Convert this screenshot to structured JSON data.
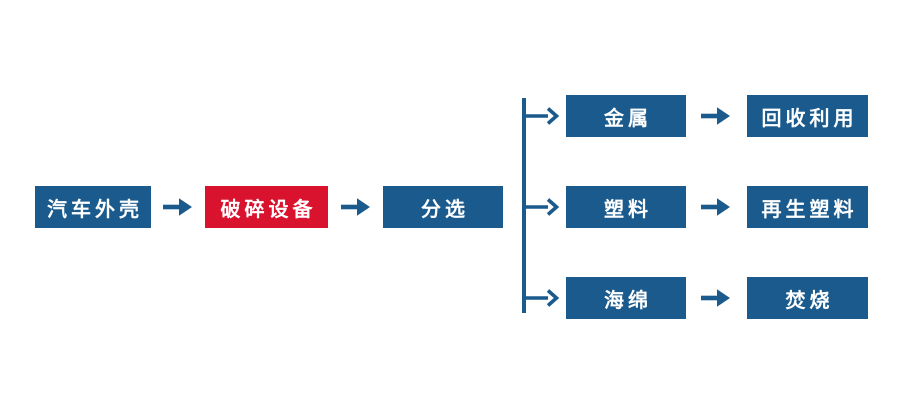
{
  "colors": {
    "node_blue": "#1A5A8C",
    "node_red": "#D9122E",
    "connector": "#1A5A8C",
    "node_text": "#FFFFFF",
    "background": "#FFFFFF"
  },
  "flow": {
    "main_nodes": [
      {
        "id": "car-shell",
        "label": "汽车外壳"
      },
      {
        "id": "crusher",
        "label": "破碎设备"
      },
      {
        "id": "sorting",
        "label": "分选"
      }
    ],
    "branches": [
      {
        "material": "金属",
        "outcome": "回收利用"
      },
      {
        "material": "塑料",
        "outcome": "再生塑料"
      },
      {
        "material": "海绵",
        "outcome": "焚烧"
      }
    ]
  }
}
